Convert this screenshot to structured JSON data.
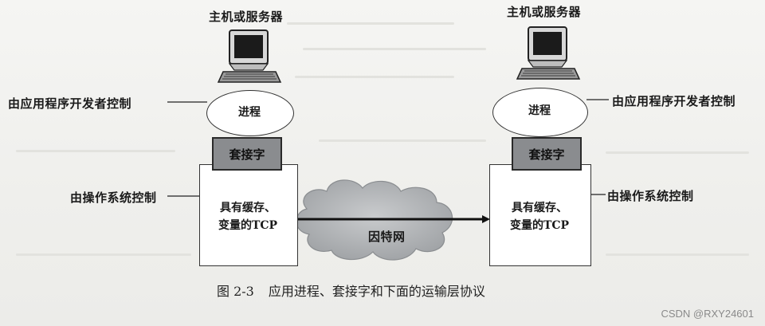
{
  "diagram": {
    "host_label": "主机或服务器",
    "process_label": "进程",
    "socket_label": "套接字",
    "tcp_label_line1": "具有缓存、",
    "tcp_label_line2": "变量的TCP",
    "app_dev_control": "由应用程序开发者控制",
    "os_control": "由操作系统控制",
    "network_label": "因特网"
  },
  "caption": {
    "number": "图 2-3",
    "text": "应用进程、套接字和下面的运输层协议"
  },
  "watermark": "CSDN @RXY24601"
}
